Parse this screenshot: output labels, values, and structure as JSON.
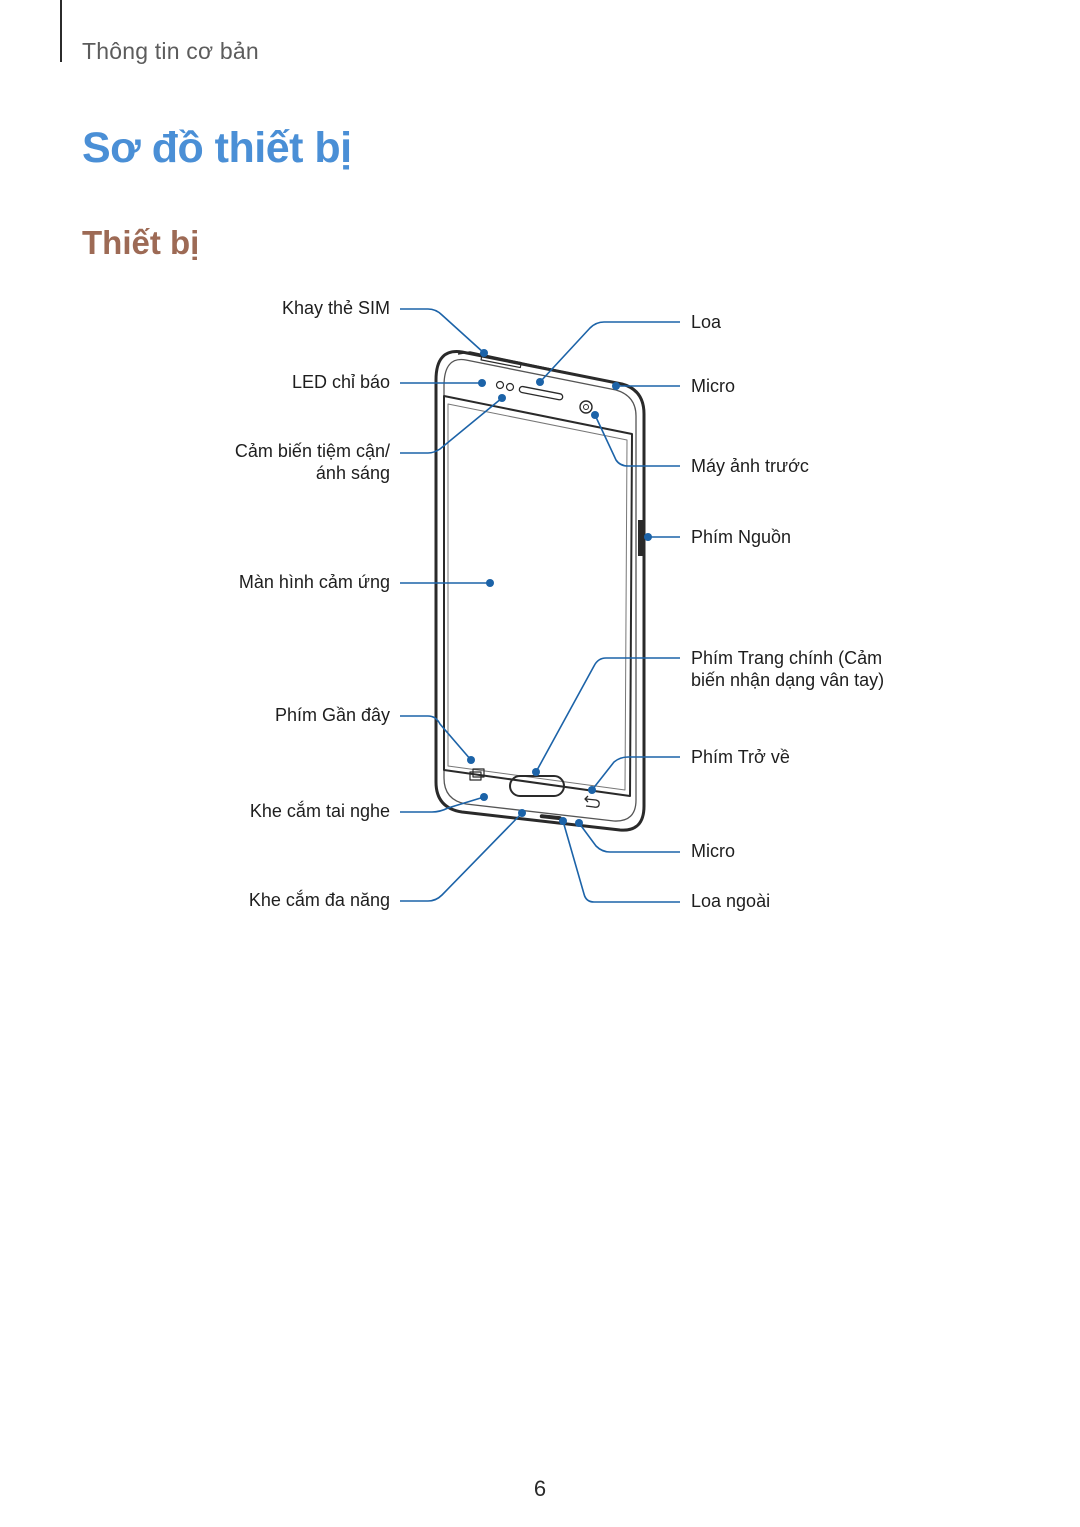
{
  "header": {
    "section_name": "Thông tin cơ bản"
  },
  "page": {
    "title": "Sơ đồ thiết bị",
    "subtitle": "Thiết bị",
    "page_number": "6"
  },
  "colors": {
    "title_blue": "#4a8fd6",
    "subtitle_brown": "#9d6a55",
    "callout_blue": "#1c63a8"
  },
  "diagram": {
    "left_labels": {
      "sim_tray": "Khay thẻ SIM",
      "led_indicator": "LED chỉ báo",
      "proximity_sensor_line1": "Cảm biến tiệm cận/",
      "proximity_sensor_line2": "ánh sáng",
      "touchscreen": "Màn hình cảm ứng",
      "recent_apps_key": "Phím Gần đây",
      "headset_jack": "Khe cắm tai nghe",
      "multipurpose_jack": "Khe cắm đa năng"
    },
    "right_labels": {
      "earpiece": "Loa",
      "top_microphone": "Micro",
      "front_camera": "Máy ảnh trước",
      "power_key": "Phím Nguồn",
      "home_key_line1": "Phím Trang chính (Cảm",
      "home_key_line2": "biến nhận dạng vân tay)",
      "back_key": "Phím Trở về",
      "bottom_microphone": "Micro",
      "loudspeaker": "Loa ngoài"
    }
  }
}
